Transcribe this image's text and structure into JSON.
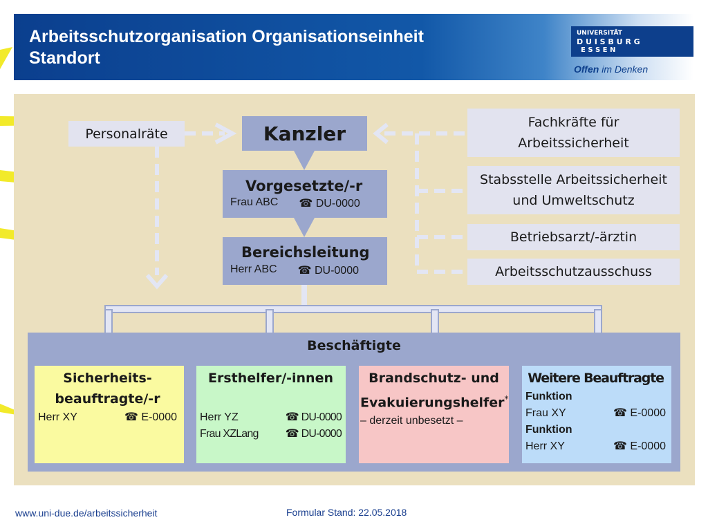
{
  "header": {
    "title_line1": "Arbeitsschutzorganisation Organisationseinheit",
    "title_line2": "Standort",
    "logo_line1": "UNIVERSITÄT",
    "logo_line2": "D U I S B U R G",
    "logo_line3": "E S S E N",
    "slogan_bold": "Offen",
    "slogan_rest": " im Denken"
  },
  "org": {
    "personalraete": "Personalräte",
    "kanzler": "Kanzler",
    "vorgesetzte": {
      "title": "Vorgesetzte/-r",
      "name": "Frau ABC",
      "phone": "DU-0000"
    },
    "bereichsleitung": {
      "title": "Bereichsleitung",
      "name": "Herr ABC",
      "phone": "DU-0000"
    },
    "right_boxes": [
      {
        "line1": "Fachkräfte für",
        "line2": "Arbeitssicherheit"
      },
      {
        "line1": "Stabsstelle Arbeitssicherheit",
        "line2": "und Umweltschutz"
      },
      {
        "line1": "Betriebsarzt/-ärztin",
        "line2": ""
      },
      {
        "line1": "Arbeitsschutzausschuss",
        "line2": ""
      }
    ],
    "beschaeftigte": "Beschäftigte"
  },
  "cards": {
    "sicherheit": {
      "title1": "Sicherheits-",
      "title2": "beauftragte/-r",
      "name": "Herr XY",
      "phone": "E-0000"
    },
    "ersthelfer": {
      "title": "Ersthelfer/-innen",
      "name1": "Herr YZ",
      "phone1": "DU-0000",
      "name2": "Frau XZLang",
      "phone2": "DU-0000"
    },
    "brandschutz": {
      "title1": "Brandschutz- und",
      "title2": "Evakuierungshelfer",
      "mark": "*",
      "note": "– derzeit unbesetzt –"
    },
    "weitere": {
      "title": "Weitere Beauftragte",
      "func1": "Funktion",
      "name1": "Frau XY",
      "phone1": "E-0000",
      "func2": "Funktion",
      "name2": "Herr XY",
      "phone2": "E-0000"
    }
  },
  "phone_icon": "telephone-icon",
  "footer": {
    "url": "www.uni-due.de/arbeitssicherheit",
    "stand": "Formular Stand: 22.05.2018"
  },
  "colors": {
    "header_blue": "#0b3f8e",
    "panel": "#ebe0bf",
    "dark_box": "#9ba7cd",
    "light_box": "#e2e3ef",
    "yellow_card": "#fafaa0",
    "green_card": "#c8f7c8",
    "pink_card": "#f7c6c6",
    "blue_card": "#bcdcf9"
  }
}
